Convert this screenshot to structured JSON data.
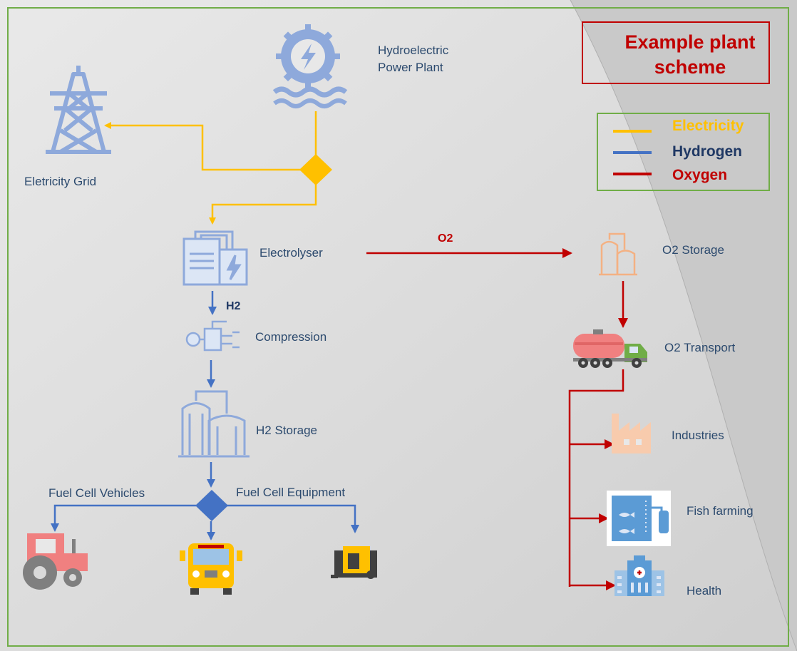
{
  "title": {
    "line1": "Example plant",
    "line2": "scheme"
  },
  "legend": [
    {
      "label": "Electricity",
      "color": "#FFC000"
    },
    {
      "label": "Hydrogen",
      "color": "#4472C4"
    },
    {
      "label": "Oxygen",
      "color": "#C00000"
    }
  ],
  "nodes": {
    "hydro_line1": "Hydroelectric",
    "hydro_line2": "Power Plant",
    "grid": "Eletricity Grid",
    "electrolyser": "Electrolyser",
    "compression": "Compression",
    "h2_storage": "H2 Storage",
    "fc_vehicles": "Fuel Cell  Vehicles",
    "fc_equipment": "Fuel Cell  Equipment",
    "o2_storage": "O2 Storage",
    "o2_transport": "O2 Transport",
    "industries": "Industries",
    "fish_farming": "Fish farming",
    "health": "Health"
  },
  "flows": {
    "o2": "O2",
    "h2": "H2"
  },
  "colors": {
    "electricity": "#FFC000",
    "hydrogen": "#4472C4",
    "oxygen": "#C00000",
    "icon": "#8EA9DB",
    "o2_icon": "#F4B183"
  }
}
